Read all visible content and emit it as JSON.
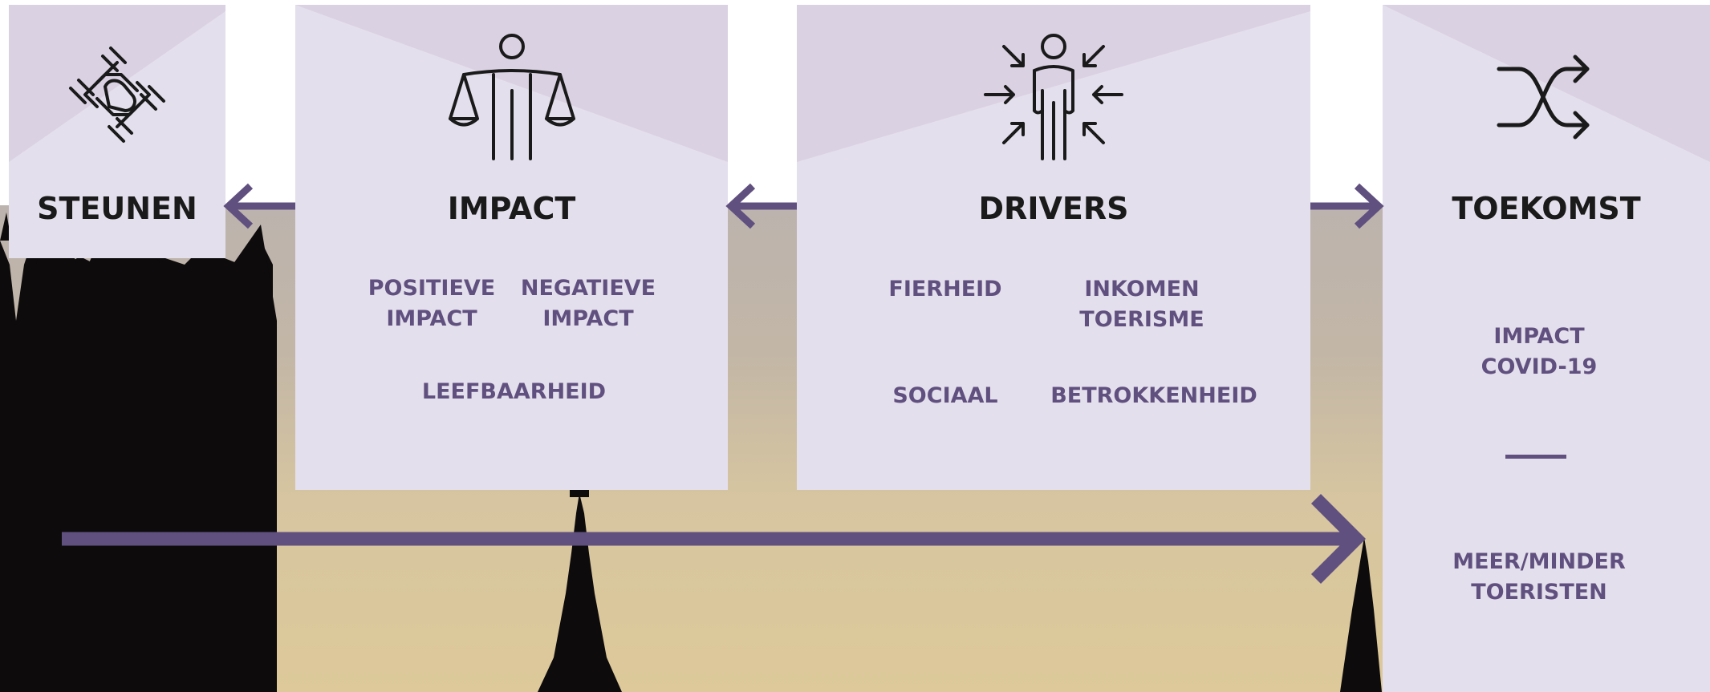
{
  "colors": {
    "card": "#e4dfec",
    "accent": "#60507f",
    "title": "#1a1a1a"
  },
  "cards": {
    "steunen": {
      "title": "STEUNEN",
      "icon": "hands-together-icon"
    },
    "impact": {
      "title": "IMPACT",
      "icon": "scale-person-icon",
      "items": {
        "positive": "POSITIEVE IMPACT",
        "negative": "NEGATIEVE IMPACT",
        "livability": "LEEFBAARHEID"
      }
    },
    "drivers": {
      "title": "DRIVERS",
      "icon": "person-arrows-icon",
      "items": {
        "pride": "FIERHEID",
        "income": "INKOMEN TOERISME",
        "social": "SOCIAAL",
        "involvement": "BETROKKENHEID"
      }
    },
    "toekomst": {
      "title": "TOEKOMST",
      "icon": "shuffle-icon",
      "items": {
        "covid_line1": "IMPACT",
        "covid_line2": "COVID-19",
        "tourists_line1": "MEER/MINDER",
        "tourists_line2": "TOERISTEN"
      }
    }
  }
}
